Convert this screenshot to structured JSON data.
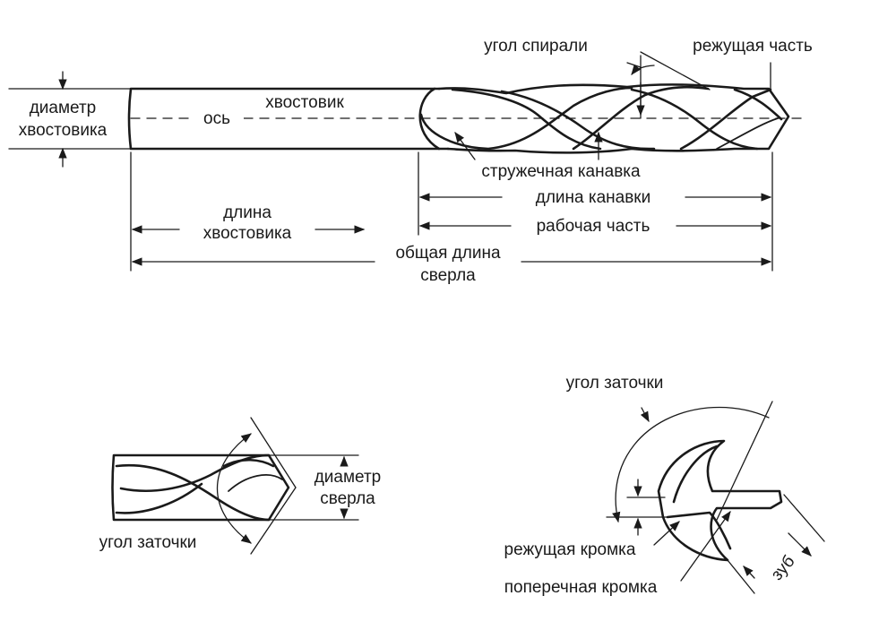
{
  "labels": {
    "shank_diameter_1": "диаметр",
    "shank_diameter_2": "хвостовика",
    "axis": "ось",
    "shank": "хвостовик",
    "helix_angle": "угол спирали",
    "cutting_part": "режущая часть",
    "flute": "стружечная канавка",
    "flute_length": "длина канавки",
    "shank_length_1": "длина",
    "shank_length_2": "хвостовика",
    "working_part": "рабочая часть",
    "overall_length_1": "общая длина",
    "overall_length_2": "сверла",
    "drill_diameter_1": "диаметр",
    "drill_diameter_2": "сверла",
    "point_angle_left": "угол заточки",
    "point_angle_right": "угол заточки",
    "cutting_edge": "режущая кромка",
    "chisel_edge": "поперечная кромка",
    "tooth": "зуб"
  }
}
